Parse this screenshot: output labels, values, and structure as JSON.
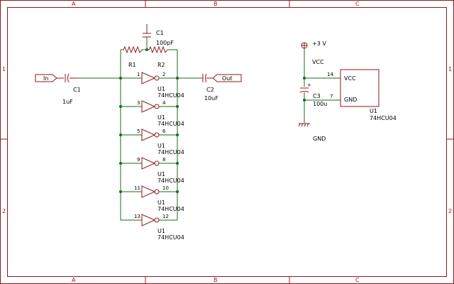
{
  "frame": {
    "cols": [
      "A",
      "B",
      "C"
    ],
    "rows": [
      "1",
      "2"
    ]
  },
  "ports": {
    "input": "In",
    "output": "Out"
  },
  "components": {
    "c1": {
      "ref": "C1",
      "value": "1uF"
    },
    "c2": {
      "ref": "C2",
      "value": "10uF"
    },
    "c1_fb": {
      "ref": "C1",
      "value": "100pF"
    },
    "r1": {
      "ref": "R1"
    },
    "r2": {
      "ref": "R2"
    },
    "c3": {
      "ref": "C3",
      "value": "100u"
    },
    "u1_power": {
      "ref": "U1",
      "value": "74HCU04",
      "pin_vcc": "VCC",
      "pin_gnd": "GND",
      "pin_vcc_num": "14",
      "pin_gnd_num": "7"
    }
  },
  "inverters": [
    {
      "in": "1",
      "out": "2",
      "ref": "U1",
      "value": "74HCU04"
    },
    {
      "in": "3",
      "out": "4",
      "ref": "U1",
      "value": "74HCU04"
    },
    {
      "in": "5",
      "out": "6",
      "ref": "U1",
      "value": "74HCU04"
    },
    {
      "in": "9",
      "out": "8",
      "ref": "U1",
      "value": "74HCU04"
    },
    {
      "in": "11",
      "out": "10",
      "ref": "U1",
      "value": "74HCU04"
    },
    {
      "in": "13",
      "out": "12",
      "ref": "U1",
      "value": "74HCU04"
    }
  ],
  "power": {
    "supply": "+3 V",
    "vcc_net": "VCC",
    "gnd_net": "GND"
  },
  "colors": {
    "component": "#8b1a1a",
    "wire": "#1a6b1a",
    "text": "#000000"
  }
}
